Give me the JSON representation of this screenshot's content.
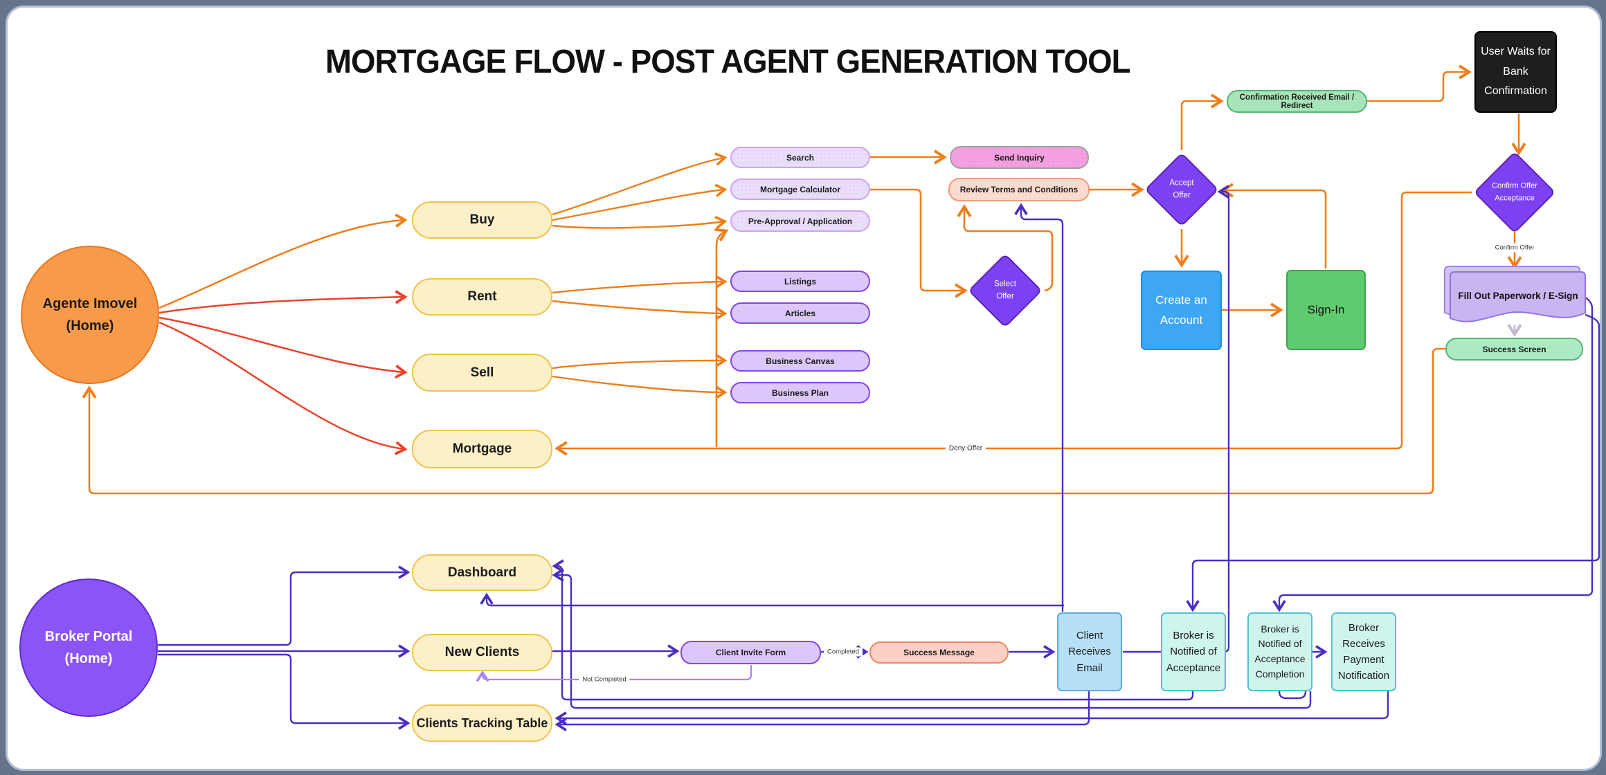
{
  "title": "MORTGAGE FLOW - POST AGENT GENERATION TOOL",
  "nodes": {
    "agente_imovel": {
      "label": "Agente Imovel",
      "sublabel": "(Home)"
    },
    "broker_portal": {
      "label": "Broker Portal",
      "sublabel": "(Home)"
    },
    "buy": {
      "label": "Buy"
    },
    "rent": {
      "label": "Rent"
    },
    "sell": {
      "label": "Sell"
    },
    "mortgage": {
      "label": "Mortgage"
    },
    "search": {
      "label": "Search"
    },
    "mortgage_calculator": {
      "label": "Mortgage Calculator"
    },
    "pre_approval": {
      "label": "Pre-Approval / Application"
    },
    "listings": {
      "label": "Listings"
    },
    "articles": {
      "label": "Articles"
    },
    "business_canvas": {
      "label": "Business Canvas"
    },
    "business_plan": {
      "label": "Business Plan"
    },
    "send_inquiry": {
      "label": "Send Inquiry"
    },
    "review_terms": {
      "label": "Review Terms and Conditions"
    },
    "select_offer": {
      "label": "Select Offer"
    },
    "accept_offer": {
      "label": "Accept Offer"
    },
    "confirmation_received": {
      "label": "Confirmation Received Email / Redirect"
    },
    "create_account": {
      "label": "Create an Account"
    },
    "sign_in": {
      "label": "Sign-In"
    },
    "user_waits": {
      "label": "User Waits for Bank Confirmation"
    },
    "confirm_offer_acceptance": {
      "label": "Confirm Offer Acceptance"
    },
    "fill_out_paperwork": {
      "label": "Fill Out Paperwork / E-Sign"
    },
    "success_screen": {
      "label": "Success Screen"
    },
    "dashboard": {
      "label": "Dashboard"
    },
    "new_clients": {
      "label": "New Clients"
    },
    "clients_tracking_table": {
      "label": "Clients Tracking Table"
    },
    "client_invite_form": {
      "label": "Client Invite Form"
    },
    "success_message": {
      "label": "Success Message"
    },
    "client_receives_email": {
      "label": "Client Receives Email"
    },
    "broker_notified_acceptance": {
      "label": "Broker is Notified of Acceptance"
    },
    "broker_notified_completion": {
      "label": "Broker is Notified of Acceptance Completion"
    },
    "broker_receives_payment": {
      "label": "Broker Receives Payment Notification"
    }
  },
  "edge_labels": {
    "deny_offer": "Deny Offer",
    "confirm_offer": "Confirm Offer",
    "completed": "Completed",
    "not_completed": "Not Completed"
  },
  "colors": {
    "orange_edge": "#ee7e1b",
    "red_edge": "#e8442b",
    "purple_edge": "#4b2ec0",
    "light_purple_edge": "#a685f5",
    "gray_edge": "#c3b9cf",
    "yellow_node": "#fcf0c8",
    "diamond_purple": "#7c42f2",
    "blue_node": "#3ea7f4",
    "green_node": "#5fcb6f",
    "black_node": "#1e1e20"
  }
}
